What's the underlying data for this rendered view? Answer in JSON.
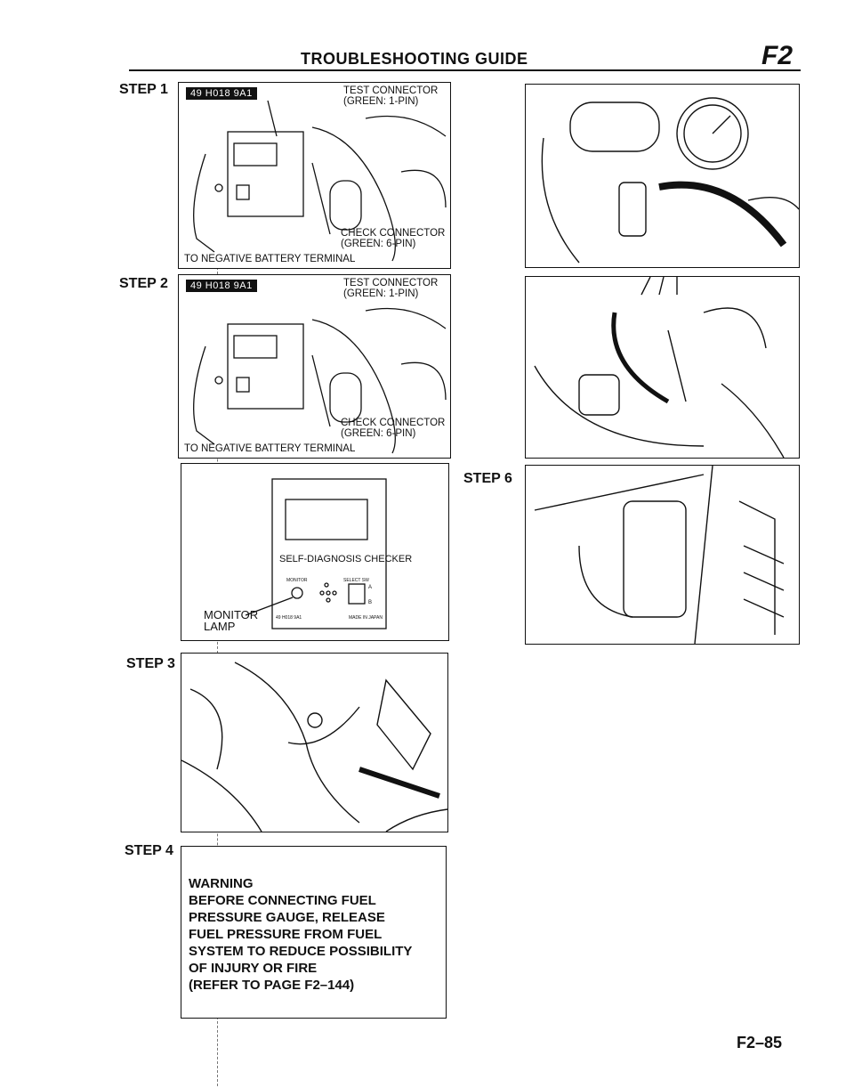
{
  "header": {
    "title": "TROUBLESHOOTING GUIDE",
    "section": "F2"
  },
  "steps": {
    "step1": "STEP 1",
    "step2": "STEP 2",
    "step3": "STEP 3",
    "step4": "STEP 4",
    "step6": "STEP 6"
  },
  "fig1": {
    "tool": "49 H018 9A1",
    "test_connector": "TEST CONNECTOR",
    "test_color": "(GREEN: 1-PIN)",
    "check_connector": "CHECK CONNECTOR",
    "check_color": "(GREEN: 6-PIN)",
    "battery": "TO NEGATIVE BATTERY TERMINAL"
  },
  "fig2": {
    "tool": "49 H018 9A1",
    "test_connector": "TEST CONNECTOR",
    "test_color": "(GREEN: 1-PIN)",
    "check_connector": "CHECK CONNECTOR",
    "check_color": "(GREEN: 6-PIN)",
    "battery": "TO NEGATIVE BATTERY TERMINAL"
  },
  "checker": {
    "title": "SELF-DIAGNOSIS CHECKER",
    "monitor": "MONITOR",
    "select": "SELECT SW",
    "a": "A",
    "b": "B",
    "part": "49 H018 9A1",
    "made": "MADE IN JAPAN",
    "callout1": "MONITOR",
    "callout2": "LAMP"
  },
  "warning": {
    "lines": [
      "WARNING",
      "BEFORE CONNECTING FUEL",
      "PRESSURE GAUGE, RELEASE",
      "FUEL PRESSURE FROM FUEL",
      "SYSTEM TO REDUCE POSSIBILITY",
      "OF INJURY OR FIRE",
      "(REFER TO PAGE F2–144)"
    ]
  },
  "footer": {
    "page": "F2–85"
  }
}
